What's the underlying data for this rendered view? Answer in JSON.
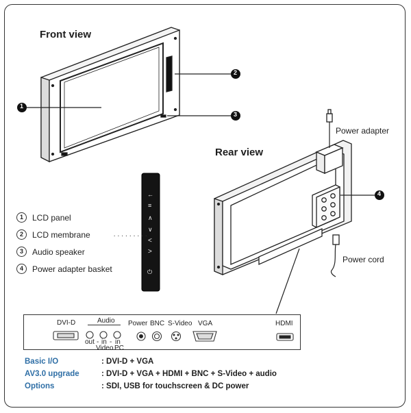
{
  "front_view_title": "Front view",
  "rear_view_title": "Rear view",
  "callouts": [
    "1",
    "2",
    "3",
    "4"
  ],
  "power_adapter_label": "Power adapter",
  "power_cord_label": "Power cord",
  "legend": [
    {
      "num": "1",
      "text": "LCD panel"
    },
    {
      "num": "2",
      "text": "LCD membrane"
    },
    {
      "num": "3",
      "text": "Audio speaker"
    },
    {
      "num": "4",
      "text": "Power adapter basket"
    }
  ],
  "membrane_symbols": [
    "←",
    "≡",
    "∧",
    "∨",
    "<",
    ">",
    "⏻"
  ],
  "io": {
    "dvi": "DVI-D",
    "audio": "Audio",
    "audio_out": "out",
    "audio_in1": "in",
    "audio_in2": "in",
    "dash1": "-",
    "dash2": "-",
    "video": "Video",
    "pc": "PC",
    "power": "Power",
    "bnc": "BNC",
    "svideo": "S-Video",
    "vga": "VGA",
    "hdmi": "HDMI"
  },
  "specs": [
    {
      "key": "Basic I/O",
      "value": ": DVI-D  +  VGA"
    },
    {
      "key": "AV3.0 upgrade",
      "value": ": DVI-D  +  VGA  +  HDMI  +  BNC  +  S-Video  +  audio"
    },
    {
      "key": "Options",
      "value": ": SDI, USB for touchscreen  &  DC power"
    }
  ]
}
